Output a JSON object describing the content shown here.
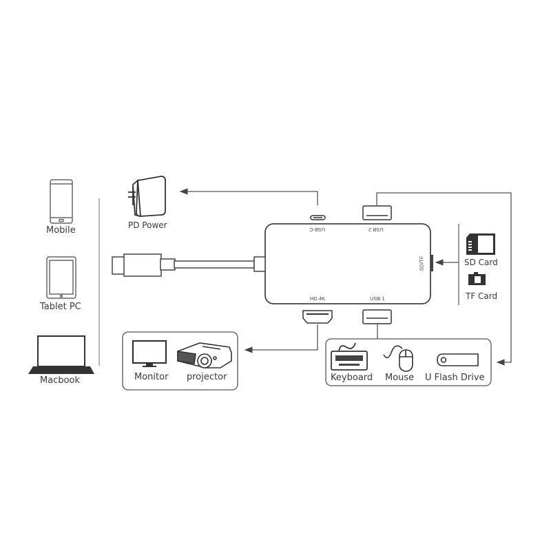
{
  "devices": {
    "mobile": "Mobile",
    "tablet": "Tablet PC",
    "macbook": "Macbook"
  },
  "power": {
    "label": "PD Power"
  },
  "hub": {
    "ports": {
      "usb_c": "USB-C",
      "usb_2": "USB 2",
      "sd_tf": "SD/TF",
      "hd_4k": "HD 4K",
      "usb_1": "USB 1"
    }
  },
  "cards": {
    "sd": "SD Card",
    "tf": "TF Card"
  },
  "display_group": {
    "monitor": "Monitor",
    "projector": "projector"
  },
  "usb_group": {
    "keyboard": "Keyboard",
    "mouse": "Mouse",
    "flash": "U Flash Drive"
  },
  "colors": {
    "stroke": "#555555",
    "fill_dark": "#333333",
    "background": "#ffffff"
  }
}
